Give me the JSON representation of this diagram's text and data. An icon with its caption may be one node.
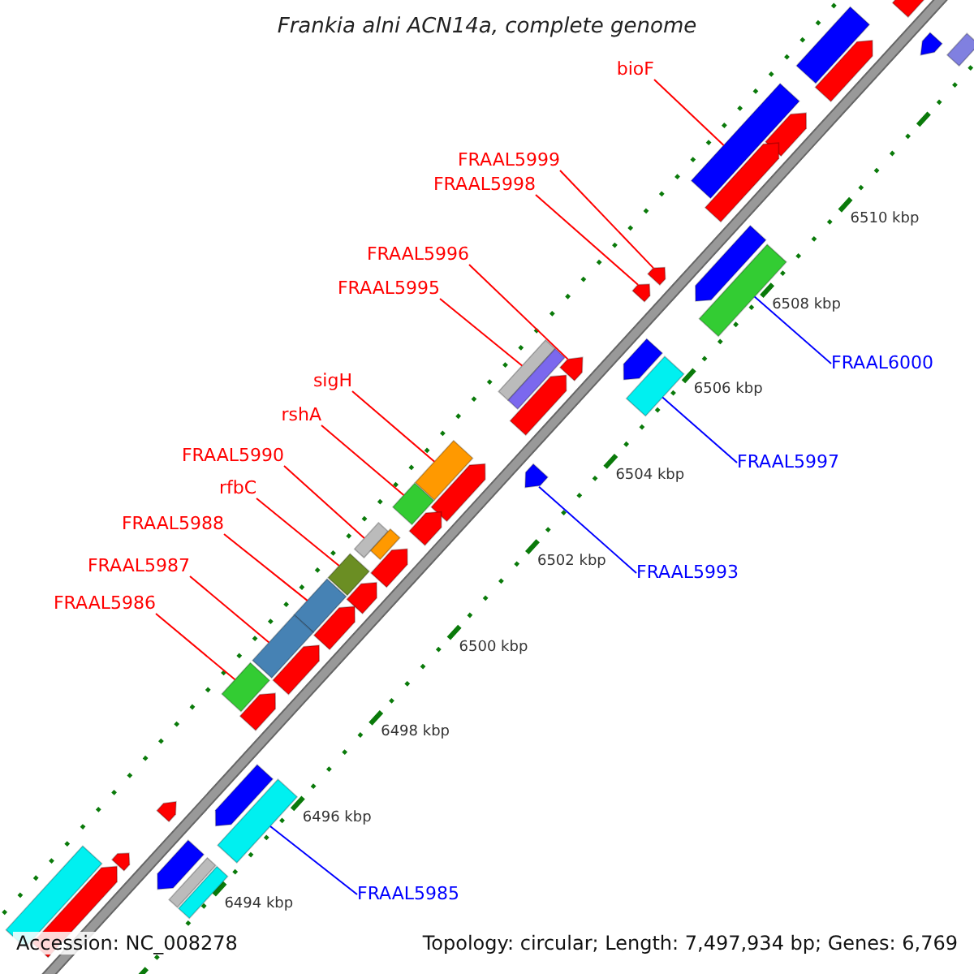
{
  "diagram": {
    "title": "Frankia alni ACN14a, complete genome",
    "nodes": [
      {
        "text": [
          "bioF"
        ]
      },
      {
        "text": [
          "FRAAL5999"
        ]
      },
      {
        "text": [
          "FRAAL5998"
        ]
      },
      {
        "text": [
          "FRAAL5996"
        ]
      },
      {
        "text": [
          "FRAAL5995"
        ]
      },
      {
        "text": [
          "FRAAL6000"
        ]
      },
      {
        "text": [
          "sigH"
        ]
      },
      {
        "text": [
          "rshA"
        ]
      },
      {
        "text": [
          "FRAAL5990"
        ]
      },
      {
        "text": [
          "FRAAL5997"
        ]
      },
      {
        "text": [
          "rfbC"
        ]
      },
      {
        "text": [
          "FRAAL5988"
        ]
      },
      {
        "text": [
          "FRAAL5987"
        ]
      },
      {
        "text": [
          "FRAAL5993"
        ]
      },
      {
        "text": [
          "FRAAL5986"
        ]
      },
      {
        "text": [
          "FRAAL5985"
        ]
      },
      {
        "text": [],
        "shape": "bar"
      },
      {
        "text": [],
        "shape": "bar"
      },
      {
        "text": [],
        "shape": "bar"
      },
      {
        "text": [],
        "shape": "bar"
      },
      {
        "text": [],
        "shape": "bar"
      },
      {
        "text": [],
        "shape": "bar"
      },
      {
        "text": [],
        "shape": "bar"
      },
      {
        "text": [],
        "shape": "bar"
      },
      {
        "text": [],
        "shape": "bar"
      },
      {
        "text": [],
        "shape": "bar"
      },
      {
        "text": [],
        "shape": "bar"
      },
      {
        "text": [],
        "shape": "bar"
      },
      {
        "text": [],
        "shape": "bar"
      },
      {
        "text": [],
        "shape": "bar"
      },
      {
        "text": [],
        "shape": "bar"
      },
      {
        "text": [],
        "shape": "bar"
      },
      {
        "text": [],
        "shape": "bar"
      },
      {
        "text": [],
        "shape": "bar"
      },
      {
        "text": [],
        "shape": "bar"
      },
      {
        "text": [],
        "shape": "bar"
      },
      {
        "text": [],
        "shape": "bar"
      },
      {
        "text": [],
        "shape": "bar"
      },
      {
        "text": [],
        "shape": "bar"
      },
      {
        "text": [],
        "shape": "bar"
      },
      {
        "text": [],
        "shape": "bar"
      },
      {
        "text": [],
        "shape": "bar"
      },
      {
        "text": [],
        "shape": "bar"
      },
      {
        "text": [],
        "shape": "bar"
      },
      {
        "text": [],
        "shape": "bar"
      },
      {
        "text": [],
        "shape": "bar"
      },
      {
        "text": [],
        "shape": "bar"
      },
      {
        "text": [],
        "shape": "bar"
      },
      {
        "text": [],
        "shape": "bar"
      },
      {
        "text": [],
        "shape": "bar"
      },
      {
        "text": [],
        "shape": "bar"
      },
      {
        "text": [],
        "shape": "bar"
      },
      {
        "text": [],
        "shape": "bar"
      },
      {
        "text": [],
        "shape": "bar"
      },
      {
        "text": [],
        "shape": "bar"
      },
      {
        "text": [],
        "shape": "bar"
      },
      {
        "text": [],
        "shape": "bar"
      },
      {
        "text": [],
        "shape": "bar"
      },
      {
        "text": [],
        "shape": "bar"
      }
    ],
    "edges": [
      {
        "from": 0,
        "to": 22,
        "arrow": "none"
      },
      {
        "from": 1,
        "to": 26,
        "arrow": "none"
      },
      {
        "from": 2,
        "to": 27,
        "arrow": "none"
      },
      {
        "from": 3,
        "to": 30,
        "arrow": "none"
      },
      {
        "from": 4,
        "to": 31,
        "arrow": "none"
      },
      {
        "from": 5,
        "to": 25,
        "arrow": "none",
        "color": "#0000ff"
      },
      {
        "from": 6,
        "to": 35,
        "arrow": "none"
      },
      {
        "from": 7,
        "to": 37,
        "arrow": "none"
      },
      {
        "from": 8,
        "to": 39,
        "arrow": "none"
      },
      {
        "from": 9,
        "to": 29,
        "arrow": "none",
        "color": "#0000ff"
      },
      {
        "from": 10,
        "to": 43,
        "arrow": "none"
      },
      {
        "from": 11,
        "to": 44,
        "arrow": "none"
      },
      {
        "from": 12,
        "to": 46,
        "arrow": "none"
      },
      {
        "from": 13,
        "to": 34,
        "arrow": "none",
        "color": "#0000ff"
      },
      {
        "from": 14,
        "to": 48,
        "arrow": "none"
      },
      {
        "from": 15,
        "to": 51,
        "arrow": "none",
        "color": "#0000ff"
      }
    ],
    "labels": [
      "6510 kbp",
      "6508 kbp",
      "6506 kbp",
      "6504 kbp",
      "6502 kbp",
      "6500 kbp",
      "6498 kbp",
      "6496 kbp",
      "6494 kbp",
      "Accession: NC_008278",
      "Topology: circular; Length: 7,497,934 bp; Genes: 6,769"
    ]
  }
}
